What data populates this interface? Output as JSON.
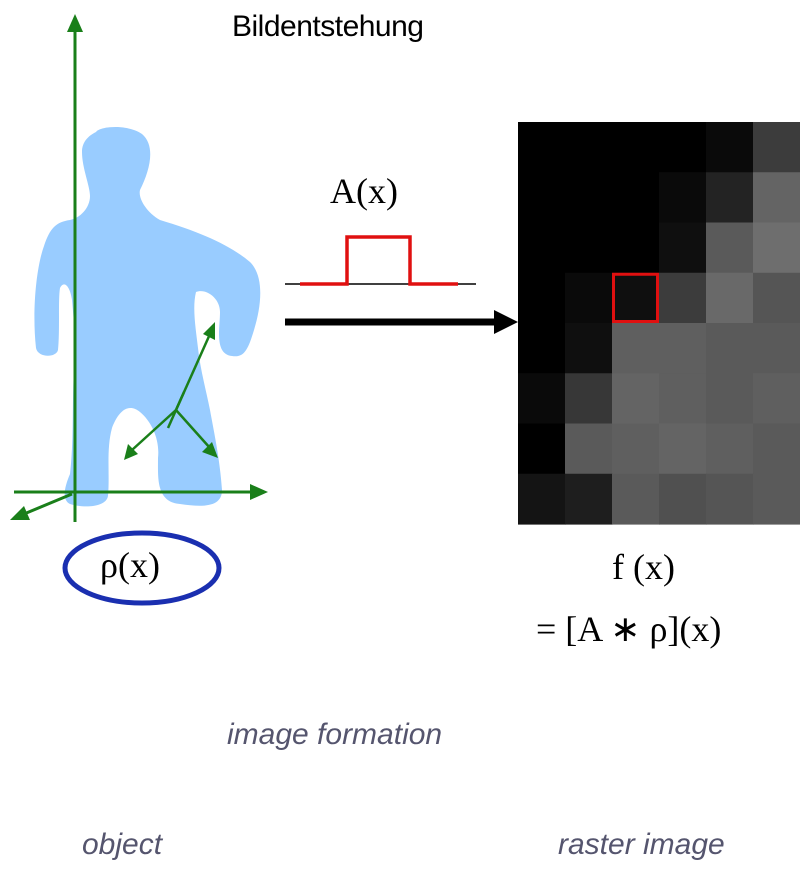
{
  "title": "Bildentstehung",
  "kernel_label": "A(x)",
  "object_function": "ρ(x)",
  "image_function": "f (x)",
  "convolution": "= [A ∗ ρ](x)",
  "captions": {
    "center": "image formation",
    "left": "object",
    "right": "raster image"
  },
  "colors": {
    "object_fill": "#99ccff",
    "axes": "#1a7f1a",
    "kernel": "#e01010",
    "ellipse": "#1a2fb0",
    "highlight": "#e01010"
  },
  "pixel_grid": {
    "rows": 8,
    "cols": 6,
    "gray_levels": [
      [
        0,
        0,
        0,
        0,
        10,
        60
      ],
      [
        0,
        0,
        0,
        10,
        35,
        100
      ],
      [
        0,
        0,
        0,
        15,
        90,
        110
      ],
      [
        0,
        10,
        15,
        60,
        105,
        85
      ],
      [
        0,
        15,
        95,
        95,
        90,
        90
      ],
      [
        10,
        55,
        100,
        95,
        90,
        95
      ],
      [
        0,
        90,
        95,
        100,
        95,
        90
      ],
      [
        20,
        30,
        90,
        80,
        85,
        90
      ]
    ],
    "highlight_cell": [
      3,
      2
    ]
  }
}
